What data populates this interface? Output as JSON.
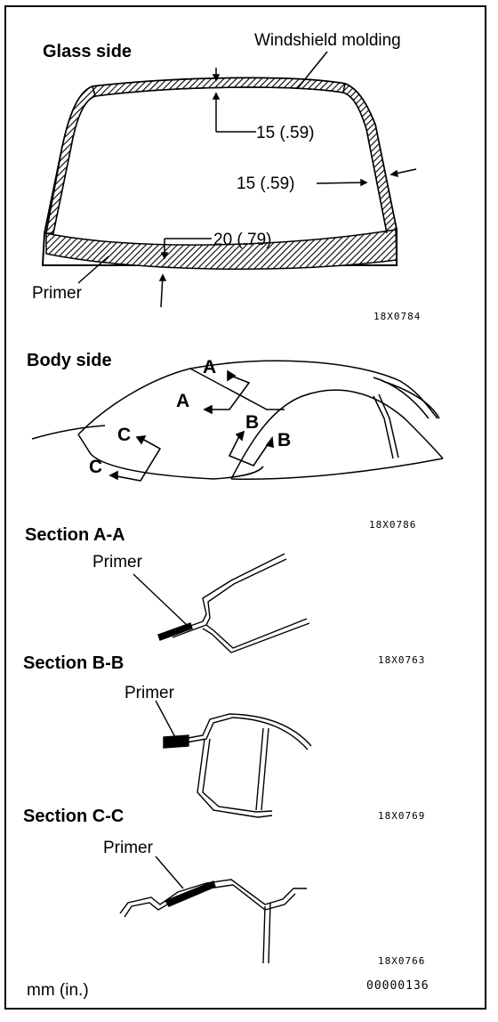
{
  "glass_side": {
    "title": "Glass side",
    "molding_label": "Windshield molding",
    "dim_top": "15 (.59)",
    "dim_right": "15 (.59)",
    "dim_bottom": "20 (.79)",
    "primer_label": "Primer",
    "code": "18X0784"
  },
  "body_side": {
    "title": "Body side",
    "letters": [
      "A",
      "A",
      "B",
      "B",
      "C",
      "C"
    ],
    "code": "18X0786"
  },
  "section_aa": {
    "title": "Section A-A",
    "primer_label": "Primer",
    "code": "18X0763"
  },
  "section_bb": {
    "title": "Section B-B",
    "primer_label": "Primer",
    "code": "18X0769"
  },
  "section_cc": {
    "title": "Section C-C",
    "primer_label": "Primer",
    "code": "18X0766"
  },
  "footer": {
    "units": "mm (in.)",
    "doc_code": "00000136"
  }
}
